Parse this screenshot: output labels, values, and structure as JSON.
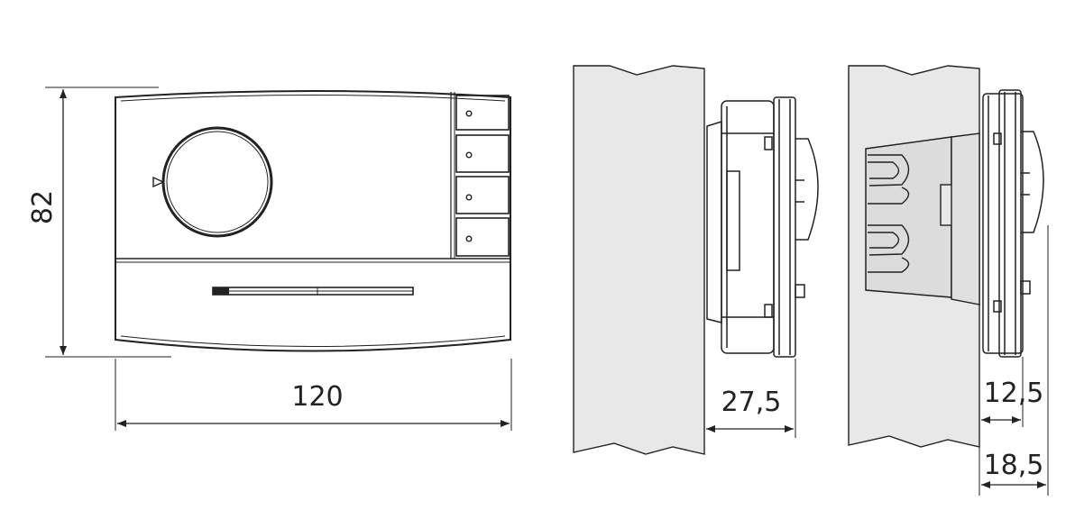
{
  "dimensions": {
    "height": "82",
    "width": "120",
    "surface_depth": "27,5",
    "flush_depth_front": "12,5",
    "flush_depth_total": "18,5"
  },
  "colors": {
    "line": "#222222",
    "wall_fill": "#e8e8e8",
    "box_fill": "#dcdcdc",
    "background": "#ffffff"
  },
  "views": [
    "front-view",
    "side-view-surface-mount",
    "side-view-flush-mount"
  ]
}
